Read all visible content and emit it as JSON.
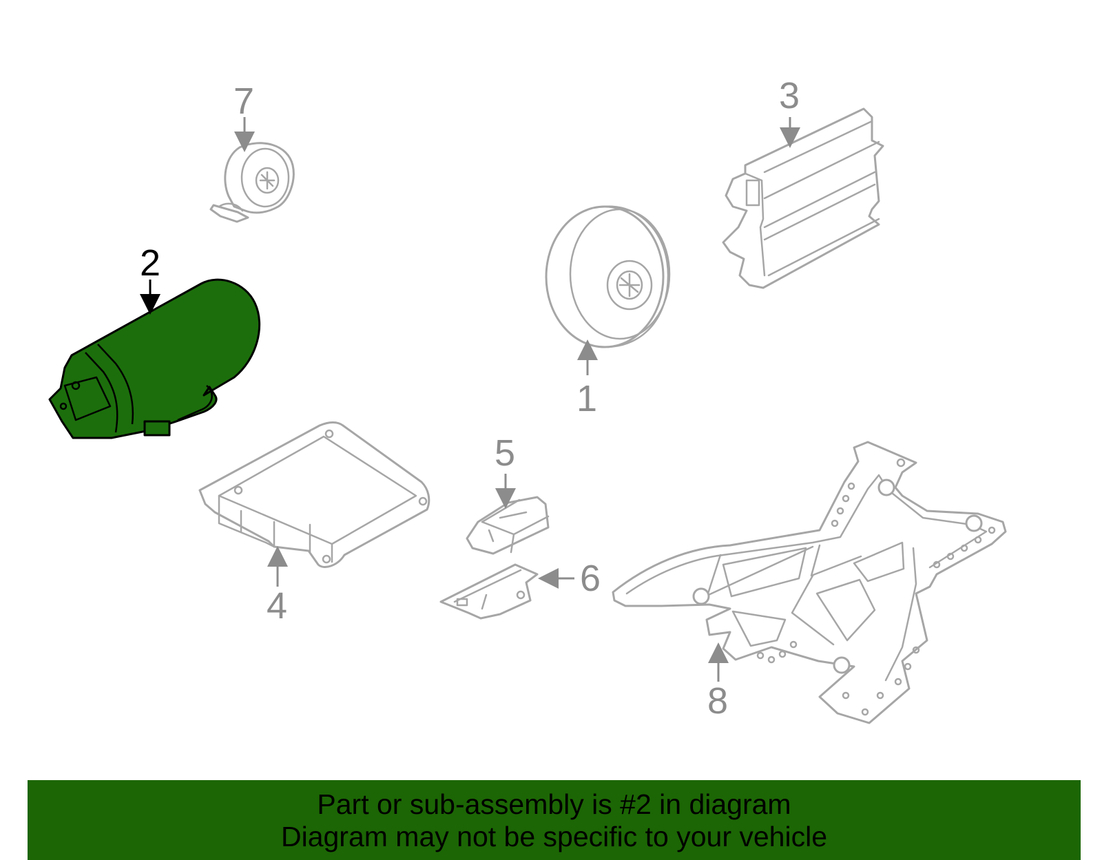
{
  "diagram": {
    "highlight_color": "#1c6e0c",
    "callouts": {
      "c1": "1",
      "c2": "2",
      "c3": "3",
      "c4": "4",
      "c5": "5",
      "c6": "6",
      "c7": "7",
      "c8": "8"
    },
    "highlighted_part": "2"
  },
  "banner": {
    "line1": "Part or sub-assembly is #2 in diagram",
    "line2": "Diagram may not be specific to your vehicle",
    "background": "#1c6605"
  }
}
